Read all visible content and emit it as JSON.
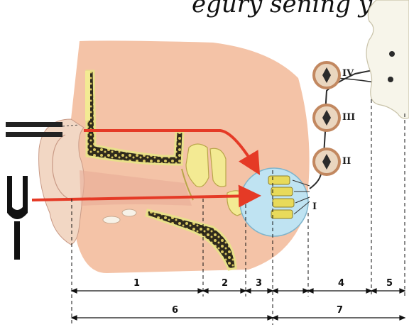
{
  "title_fragment": "egury sening y",
  "neuron_labels": [
    "IV",
    "III",
    "II",
    "I"
  ],
  "segment_labels": [
    "1",
    "2",
    "3",
    "4",
    "5"
  ],
  "group_labels": [
    "6",
    "7"
  ],
  "colors": {
    "skin": "#f4c3a7",
    "skin_shadow": "#e7a995",
    "cartilage": "#fbfbd2",
    "bone_yellow": "#f3ea93",
    "hair_cells": "#e8da5a",
    "cochlea": "#bfe3f2",
    "nerve_dark": "#2b2b2b",
    "red_arrow": "#e53a26",
    "neuron_ring": "#c28860",
    "neuron_fill": "#ead6bf",
    "brain": "#f7f5ea"
  },
  "icons": [
    "tuning-fork-icon",
    "sound-source-icon",
    "neuron-icon"
  ]
}
